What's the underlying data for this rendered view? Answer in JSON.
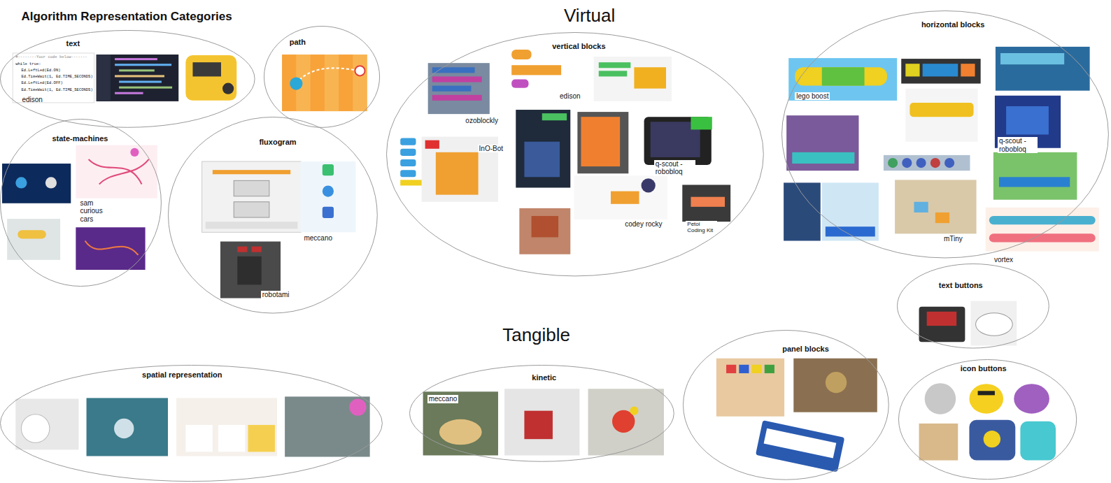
{
  "diagram": {
    "title": "Algorithm Representation Categories",
    "nodes": [
      {
        "text": [
          "text",
          "edison"
        ]
      },
      {
        "text": [
          "path"
        ]
      },
      {
        "text": [
          "state-machines",
          "sam curious cars"
        ]
      },
      {
        "text": [
          "fluxogram",
          "meccano",
          "robotami"
        ]
      },
      {
        "text": [
          "vertical blocks",
          "ozoblockly",
          "InO-Bot",
          "edison",
          "q-scout - robobloq",
          "codey rocky",
          "Petoi Coding Kit"
        ]
      },
      {
        "text": [
          "horizontal blocks",
          "lego boost",
          "q-scout - robobloq",
          "mTiny",
          "vortex"
        ]
      },
      {
        "text": [
          "text buttons"
        ]
      },
      {
        "text": [
          "spatial representation"
        ]
      },
      {
        "text": [
          "kinetic",
          "meccano"
        ]
      },
      {
        "text": [
          "panel blocks"
        ]
      },
      {
        "text": [
          "icon buttons"
        ]
      }
    ],
    "edges": [],
    "labels": [
      "Virtual",
      "Tangible",
      "#--------Your code below-------",
      "while true:",
      "Ed.LeftLed(Ed.ON)",
      "Ed.TimeWait(1, Ed.TIME_SECONDS)",
      "Ed.LeftLed(Ed.OFF)",
      "Ed.TimeWait(1, Ed.TIME_SECONDS)"
    ]
  }
}
